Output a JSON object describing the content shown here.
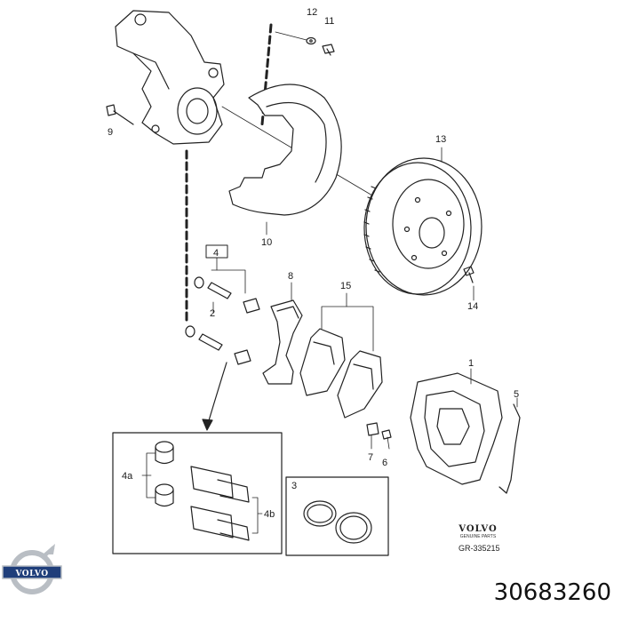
{
  "callouts": {
    "c1": "1",
    "c2": "2",
    "c3": "3",
    "c4": "4",
    "c4a": "4a",
    "c4b": "4b",
    "c5": "5",
    "c6": "6",
    "c7": "7",
    "c8": "8",
    "c9": "9",
    "c10": "10",
    "c11": "11",
    "c12": "12",
    "c13": "13",
    "c14": "14",
    "c15": "15"
  },
  "brand": {
    "wordmark": "VOLVO",
    "subtitle": "GENUINE PARTS",
    "logo_text": "VOLVO"
  },
  "drawing_code": "GR-335215",
  "part_number": "30683260",
  "colors": {
    "line": "#222222",
    "logo_blue": "#1f3e7a",
    "logo_silver": "#b9bec4"
  }
}
